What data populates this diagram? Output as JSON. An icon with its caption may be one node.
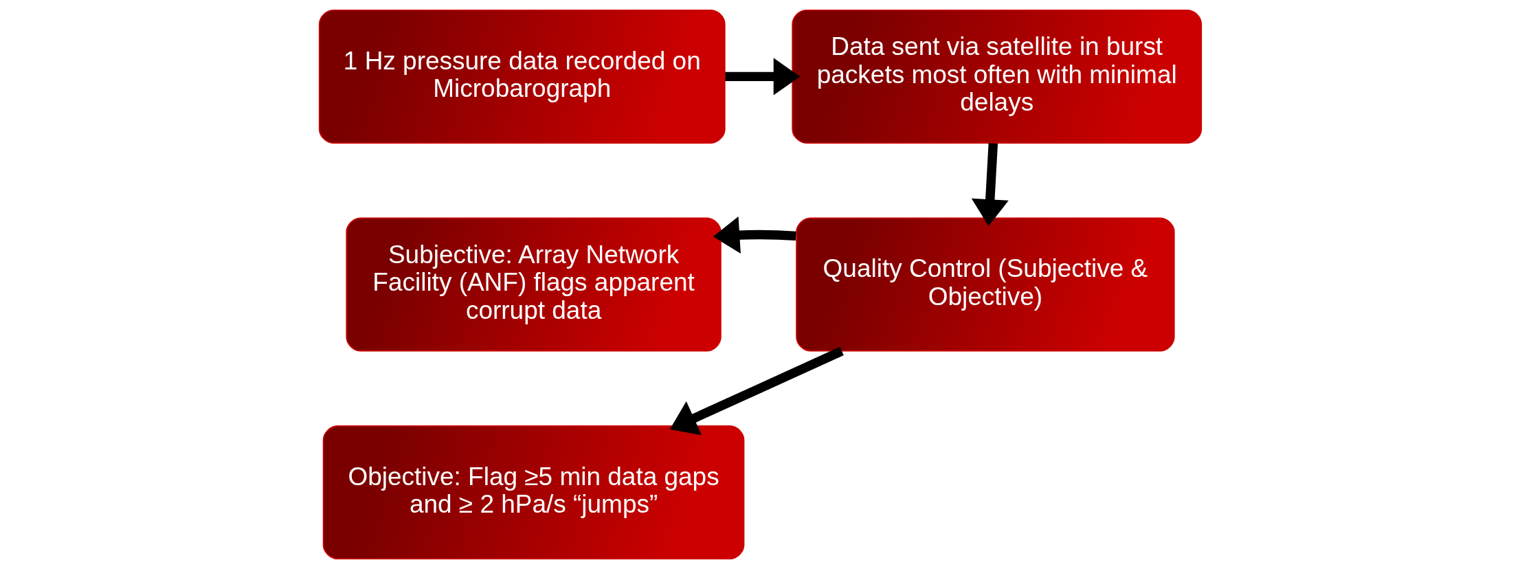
{
  "diagram": {
    "nodes": [
      {
        "text": [
          "1 Hz pressure data recorded on Microbarograph"
        ]
      },
      {
        "text": [
          "Data sent via satellite in burst packets most often with minimal delays"
        ]
      },
      {
        "text": [
          "Quality Control (Subjective & Objective)"
        ]
      },
      {
        "text": [
          "Subjective: Array Network Facility (ANF) flags apparent corrupt data"
        ]
      },
      {
        "text": [
          "Objective: Flag ≥5 min data gaps and ≥ 2 hPa/s “jumps”"
        ]
      }
    ],
    "edges": [
      {
        "from": 0,
        "to": 1,
        "arrow": "to"
      },
      {
        "from": 1,
        "to": 2,
        "arrow": "to"
      },
      {
        "from": 2,
        "to": 3,
        "arrow": "to"
      },
      {
        "from": 2,
        "to": 4,
        "arrow": "to"
      }
    ]
  }
}
